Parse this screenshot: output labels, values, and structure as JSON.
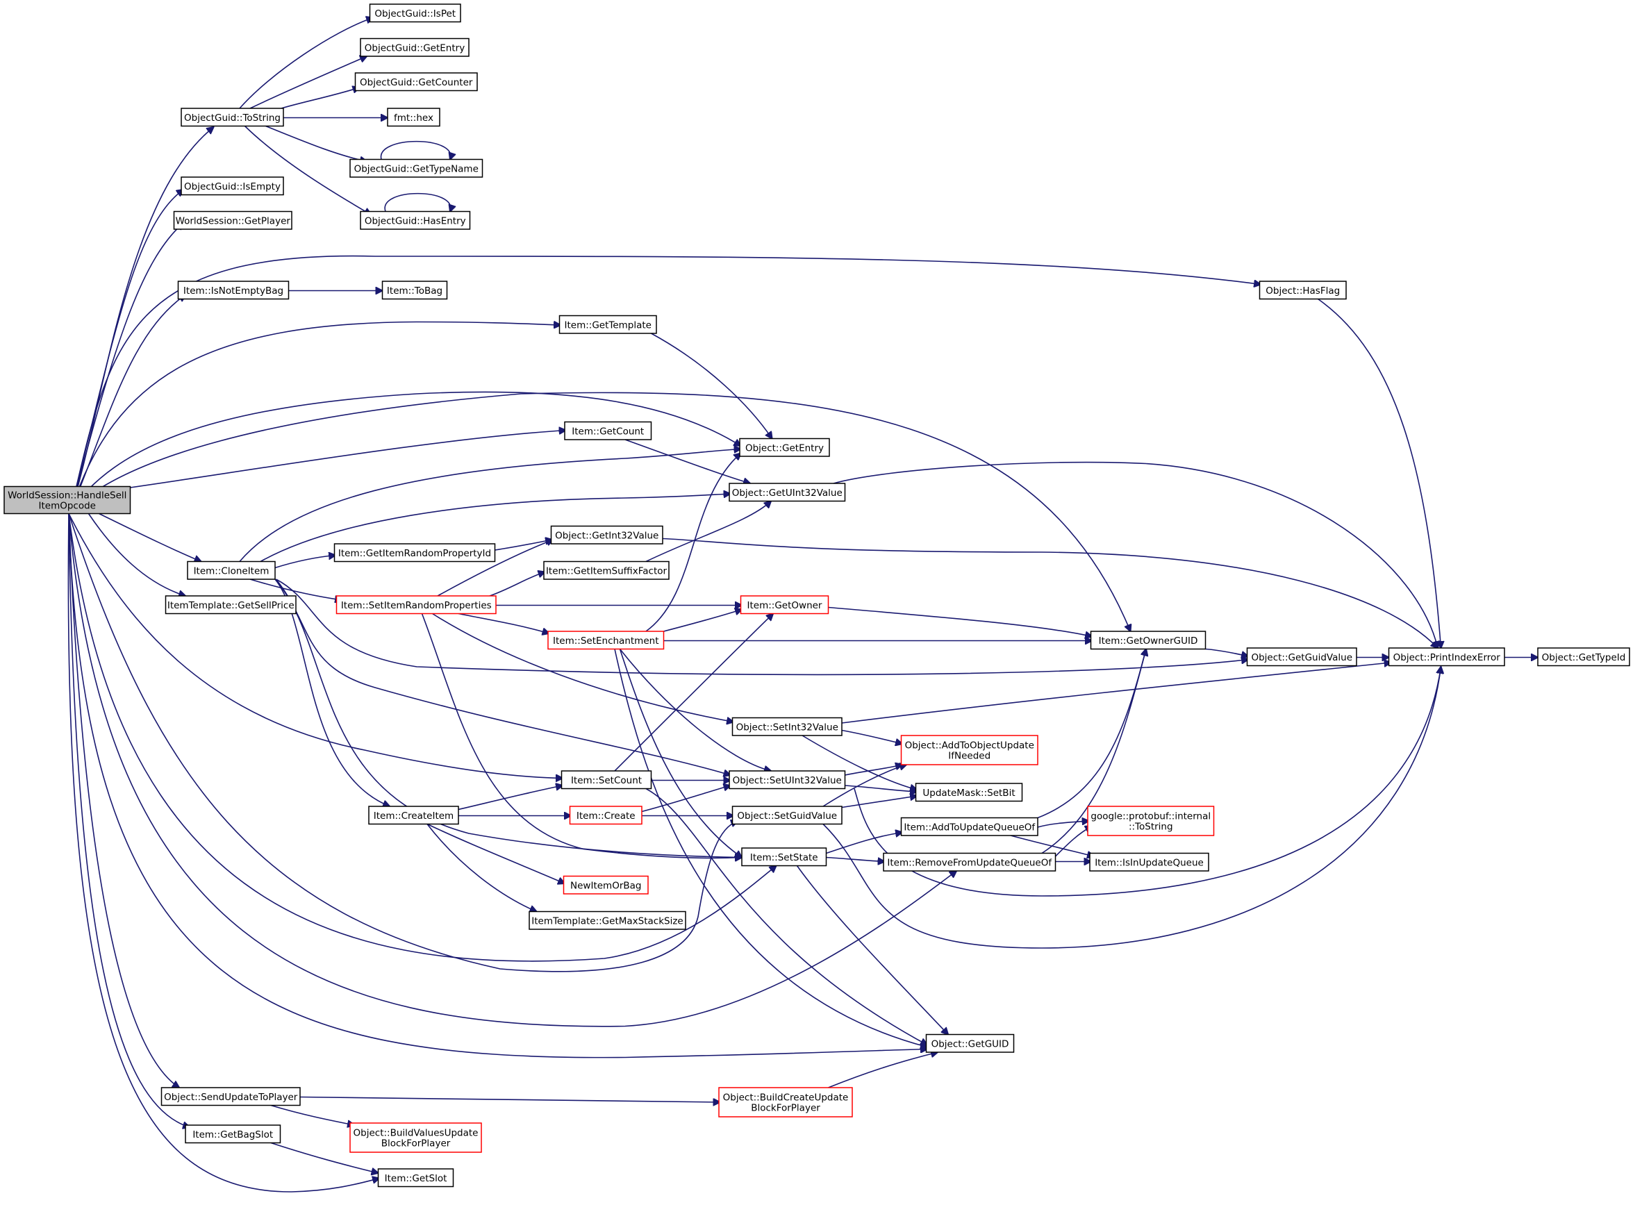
{
  "colors": {
    "edge": "#191970",
    "node_border_default": "#000000",
    "node_border_truncated": "#ff0000",
    "root_fill": "#bfbfbf",
    "node_fill": "#ffffff"
  },
  "nodes": [
    {
      "id": "handle_sell",
      "lines": [
        "WorldSession::HandleSell",
        "ItemOpcode"
      ],
      "style": "root"
    },
    {
      "id": "tostring",
      "lines": [
        "ObjectGuid::ToString"
      ],
      "style": "normal"
    },
    {
      "id": "ispet",
      "lines": [
        "ObjectGuid::IsPet"
      ],
      "style": "normal"
    },
    {
      "id": "guid_getentry",
      "lines": [
        "ObjectGuid::GetEntry"
      ],
      "style": "normal"
    },
    {
      "id": "getcounter",
      "lines": [
        "ObjectGuid::GetCounter"
      ],
      "style": "normal"
    },
    {
      "id": "fmthex",
      "lines": [
        "fmt::hex"
      ],
      "style": "normal"
    },
    {
      "id": "gettypename",
      "lines": [
        "ObjectGuid::GetTypeName"
      ],
      "style": "normal"
    },
    {
      "id": "hasentry",
      "lines": [
        "ObjectGuid::HasEntry"
      ],
      "style": "normal"
    },
    {
      "id": "isempty",
      "lines": [
        "ObjectGuid::IsEmpty"
      ],
      "style": "normal"
    },
    {
      "id": "getplayer",
      "lines": [
        "WorldSession::GetPlayer"
      ],
      "style": "normal"
    },
    {
      "id": "isnotemptybag",
      "lines": [
        "Item::IsNotEmptyBag"
      ],
      "style": "normal"
    },
    {
      "id": "tobag",
      "lines": [
        "Item::ToBag"
      ],
      "style": "normal"
    },
    {
      "id": "hasflag",
      "lines": [
        "Object::HasFlag"
      ],
      "style": "normal"
    },
    {
      "id": "gettemplate",
      "lines": [
        "Item::GetTemplate"
      ],
      "style": "normal"
    },
    {
      "id": "getcount",
      "lines": [
        "Item::GetCount"
      ],
      "style": "normal"
    },
    {
      "id": "obj_getentry",
      "lines": [
        "Object::GetEntry"
      ],
      "style": "normal"
    },
    {
      "id": "getuint32",
      "lines": [
        "Object::GetUInt32Value"
      ],
      "style": "normal"
    },
    {
      "id": "cloneitem",
      "lines": [
        "Item::CloneItem"
      ],
      "style": "normal"
    },
    {
      "id": "getrandprop",
      "lines": [
        "Item::GetItemRandomPropertyId"
      ],
      "style": "normal"
    },
    {
      "id": "getint32",
      "lines": [
        "Object::GetInt32Value"
      ],
      "style": "normal"
    },
    {
      "id": "getsuffix",
      "lines": [
        "Item::GetItemSuffixFactor"
      ],
      "style": "normal"
    },
    {
      "id": "getsellprice",
      "lines": [
        "ItemTemplate::GetSellPrice"
      ],
      "style": "normal"
    },
    {
      "id": "setrandprops",
      "lines": [
        "Item::SetItemRandomProperties"
      ],
      "style": "truncated"
    },
    {
      "id": "getowner",
      "lines": [
        "Item::GetOwner"
      ],
      "style": "truncated"
    },
    {
      "id": "setenchant",
      "lines": [
        "Item::SetEnchantment"
      ],
      "style": "truncated"
    },
    {
      "id": "getownerguid",
      "lines": [
        "Item::GetOwnerGUID"
      ],
      "style": "normal"
    },
    {
      "id": "getguidvalue",
      "lines": [
        "Object::GetGuidValue"
      ],
      "style": "normal"
    },
    {
      "id": "printindex",
      "lines": [
        "Object::PrintIndexError"
      ],
      "style": "normal"
    },
    {
      "id": "gettypeid",
      "lines": [
        "Object::GetTypeId"
      ],
      "style": "normal"
    },
    {
      "id": "setint32",
      "lines": [
        "Object::SetInt32Value"
      ],
      "style": "normal"
    },
    {
      "id": "addtoobjupd",
      "lines": [
        "Object::AddToObjectUpdate",
        "IfNeeded"
      ],
      "style": "truncated"
    },
    {
      "id": "setcount",
      "lines": [
        "Item::SetCount"
      ],
      "style": "normal"
    },
    {
      "id": "setuint32",
      "lines": [
        "Object::SetUInt32Value"
      ],
      "style": "normal"
    },
    {
      "id": "setbit",
      "lines": [
        "UpdateMask::SetBit"
      ],
      "style": "normal"
    },
    {
      "id": "createitem",
      "lines": [
        "Item::CreateItem"
      ],
      "style": "normal"
    },
    {
      "id": "itemcreate",
      "lines": [
        "Item::Create"
      ],
      "style": "truncated"
    },
    {
      "id": "setguidvalue",
      "lines": [
        "Object::SetGuidValue"
      ],
      "style": "normal"
    },
    {
      "id": "addtoqueue",
      "lines": [
        "Item::AddToUpdateQueueOf"
      ],
      "style": "normal"
    },
    {
      "id": "pbtostring",
      "lines": [
        "google::protobuf::internal",
        "::ToString"
      ],
      "style": "truncated"
    },
    {
      "id": "setstate",
      "lines": [
        "Item::SetState"
      ],
      "style": "normal"
    },
    {
      "id": "removefromqueue",
      "lines": [
        "Item::RemoveFromUpdateQueueOf"
      ],
      "style": "normal"
    },
    {
      "id": "isinqueue",
      "lines": [
        "Item::IsInUpdateQueue"
      ],
      "style": "normal"
    },
    {
      "id": "newitemorbag",
      "lines": [
        "NewItemOrBag"
      ],
      "style": "truncated"
    },
    {
      "id": "getmaxstack",
      "lines": [
        "ItemTemplate::GetMaxStackSize"
      ],
      "style": "normal"
    },
    {
      "id": "getguid",
      "lines": [
        "Object::GetGUID"
      ],
      "style": "normal"
    },
    {
      "id": "sendupdate",
      "lines": [
        "Object::SendUpdateToPlayer"
      ],
      "style": "normal"
    },
    {
      "id": "buildcreate",
      "lines": [
        "Object::BuildCreateUpdate",
        "BlockForPlayer"
      ],
      "style": "truncated"
    },
    {
      "id": "buildvalues",
      "lines": [
        "Object::BuildValuesUpdate",
        "BlockForPlayer"
      ],
      "style": "truncated"
    },
    {
      "id": "getbagslot",
      "lines": [
        "Item::GetBagSlot"
      ],
      "style": "normal"
    },
    {
      "id": "getslot",
      "lines": [
        "Item::GetSlot"
      ],
      "style": "normal"
    }
  ]
}
